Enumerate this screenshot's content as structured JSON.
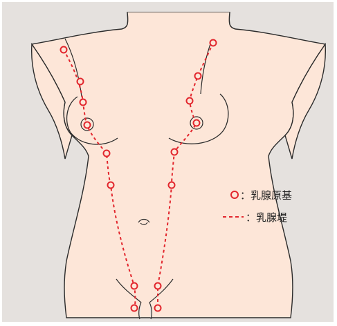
{
  "legend": {
    "bud_label": "：乳腺原基",
    "ridge_label": "：乳腺堤"
  },
  "colors": {
    "panel_bg": "#e5e1de",
    "skin": "#fde6d8",
    "outline": "#2b2b2b",
    "marker": "#e2262d"
  },
  "icons": {
    "bud_marker": "circle-marker",
    "ridge_marker": "dashed-line"
  }
}
